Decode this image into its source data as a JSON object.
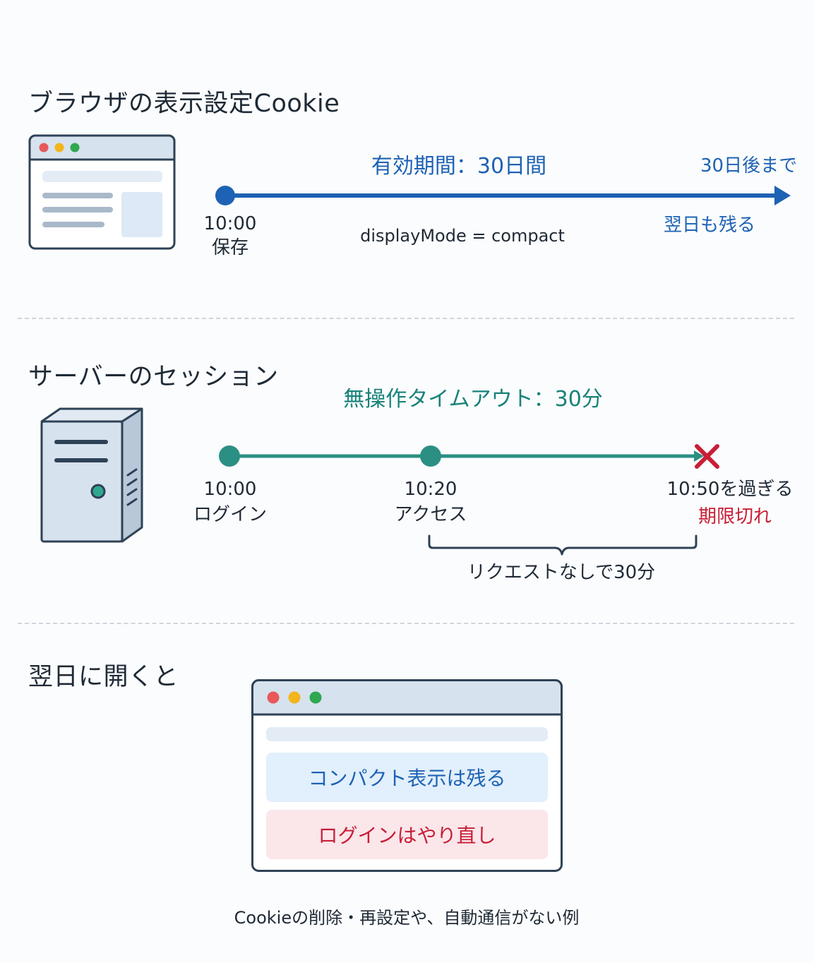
{
  "section1": {
    "title": "ブラウザの表示設定Cookie",
    "period_label": "有効期間：30日間",
    "start_time": "10:00",
    "start_caption": "保存",
    "end_label": "30日後まで",
    "end_note": "翌日も残る",
    "cookie_value": "displayMode = compact"
  },
  "section2": {
    "title": "サーバーのセッション",
    "timeout_label": "無操作タイムアウト：30分",
    "points": [
      {
        "time": "10:00",
        "caption": "ログイン"
      },
      {
        "time": "10:20",
        "caption": "アクセス"
      },
      {
        "time": "10:50を過ぎる",
        "caption": "期限切れ"
      }
    ],
    "bracket_label": "リクエストなしで30分"
  },
  "section3": {
    "title": "翌日に開くと",
    "row_compact": "コンパクト表示は残る",
    "row_login": "ログインはやり直し",
    "footnote": "Cookieの削除・再設定や、自動通信がない例"
  },
  "colors": {
    "blue": "#1d62b4",
    "teal": "#17827a",
    "red": "#c81e36",
    "window_red": "#e8585b",
    "window_yellow": "#f3b51e",
    "window_green": "#2fa84f"
  }
}
